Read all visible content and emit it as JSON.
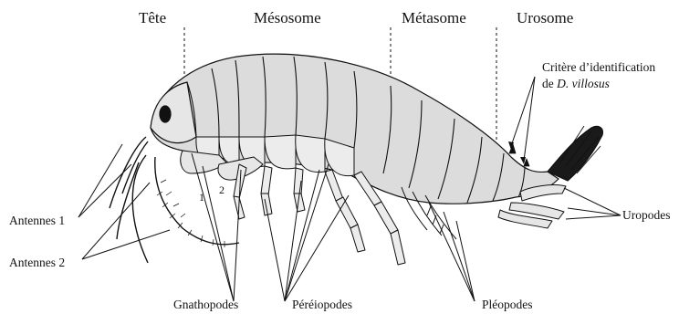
{
  "sections": {
    "tete": "Tête",
    "mesosome": "Mésosome",
    "metasome": "Métasome",
    "urosome": "Urosome"
  },
  "labels": {
    "critere_line1": "Critère d’identification",
    "critere_de": "de ",
    "critere_species": "D. villosus",
    "antennes1": "Antennes 1",
    "antennes2": "Antennes 2",
    "gnathopodes": "Gnathopodes",
    "pereiopodes": "Péréiopodes",
    "pleopodes": "Pléopodes",
    "uropodes": "Uropodes",
    "num1": "1",
    "num2": "2"
  },
  "colors": {
    "ink": "#111111",
    "body_fill": "#d9d9d9",
    "segment_fill": "#e6e6e6",
    "dark": "#1a1a1a"
  }
}
